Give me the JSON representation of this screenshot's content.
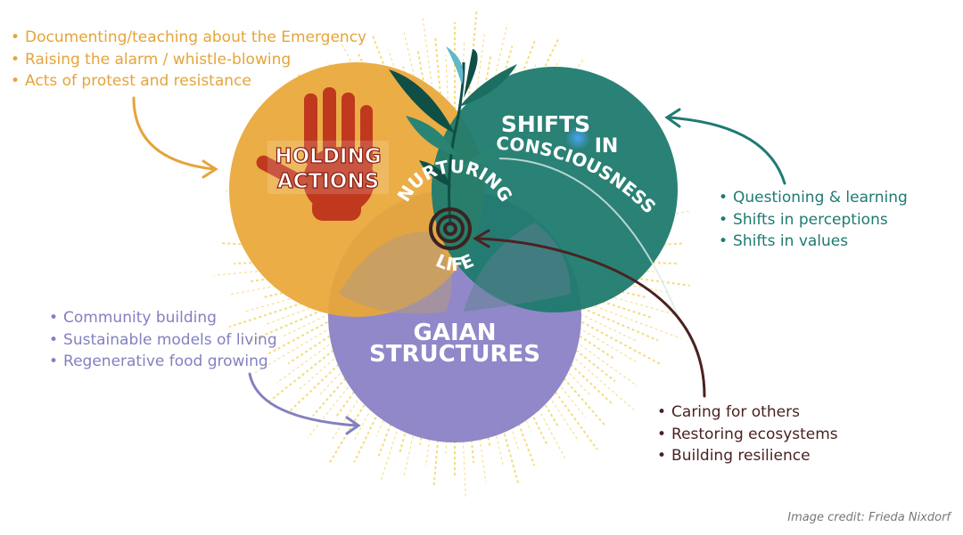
{
  "circles": {
    "holding": {
      "title_line1": "HOLDING",
      "title_line2": "ACTIONS",
      "color": "#eaa738"
    },
    "shifts": {
      "title_line1": "SHIFTS",
      "title_line2": "CONSCIOUSNESS",
      "title_in": "IN",
      "color": "#1f7a6e"
    },
    "gaian": {
      "title_line1": "GAIAN",
      "title_line2": "STRUCTURES",
      "color": "#8a82c6"
    },
    "center": {
      "word1": "NURTURING",
      "word2": "LIFE"
    }
  },
  "lists": {
    "holding": [
      "Documenting/teaching about the Emergency",
      "Raising the alarm / whistle-blowing",
      "Acts of protest and resistance"
    ],
    "shifts": [
      "Questioning & learning",
      "Shifts in perceptions",
      "Shifts in values"
    ],
    "gaian": [
      "Community building",
      "Sustainable models of living",
      "Regenerative food growing"
    ],
    "nurturing": [
      "Caring for others",
      "Restoring ecosystems",
      "Building resilience"
    ]
  },
  "colors": {
    "holding_text": "#e5a43a",
    "shifts_text": "#1f7a72",
    "gaian_text": "#8380c0",
    "nurturing_text": "#4a2220",
    "hand": "#c0391f",
    "sunburst": "#f2cd45"
  },
  "icons": [
    "hand-icon",
    "plant-icon",
    "spiral-icon",
    "sunburst-rays"
  ],
  "credit": "Image credit: Frieda Nixdorf"
}
